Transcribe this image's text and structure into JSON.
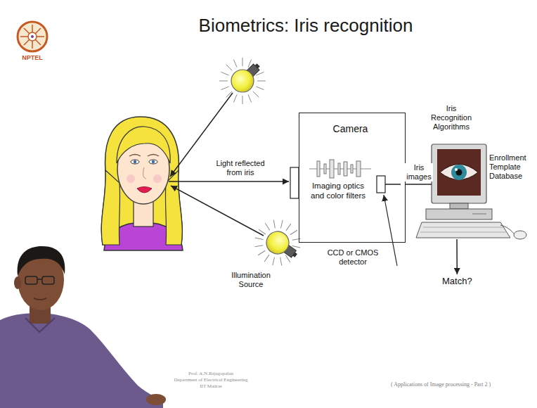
{
  "diagram": {
    "title": "Biometrics: Iris recognition",
    "nodes": [
      {
        "text": [
          "Camera",
          "Imaging optics and color filters"
        ]
      },
      {
        "text": [
          "Iris Recognition Algorithms",
          "Enrollment Template Database"
        ]
      },
      {
        "text": [
          "Match?"
        ]
      }
    ],
    "edges": [
      {
        "from": 0,
        "to": 1,
        "label": "Iris images",
        "arrow": "none"
      },
      {
        "from": 1,
        "to": 2,
        "arrow": "to"
      }
    ],
    "labels": [
      "NPTEL",
      "Light reflected from iris",
      "Illumination Source",
      "CCD or CMOS detector",
      "Prof. A.N.Rajagopalan",
      "Department of Electrical Engineering",
      "IIT Madras",
      "( Applications of Image processing - Part 2 )"
    ]
  }
}
